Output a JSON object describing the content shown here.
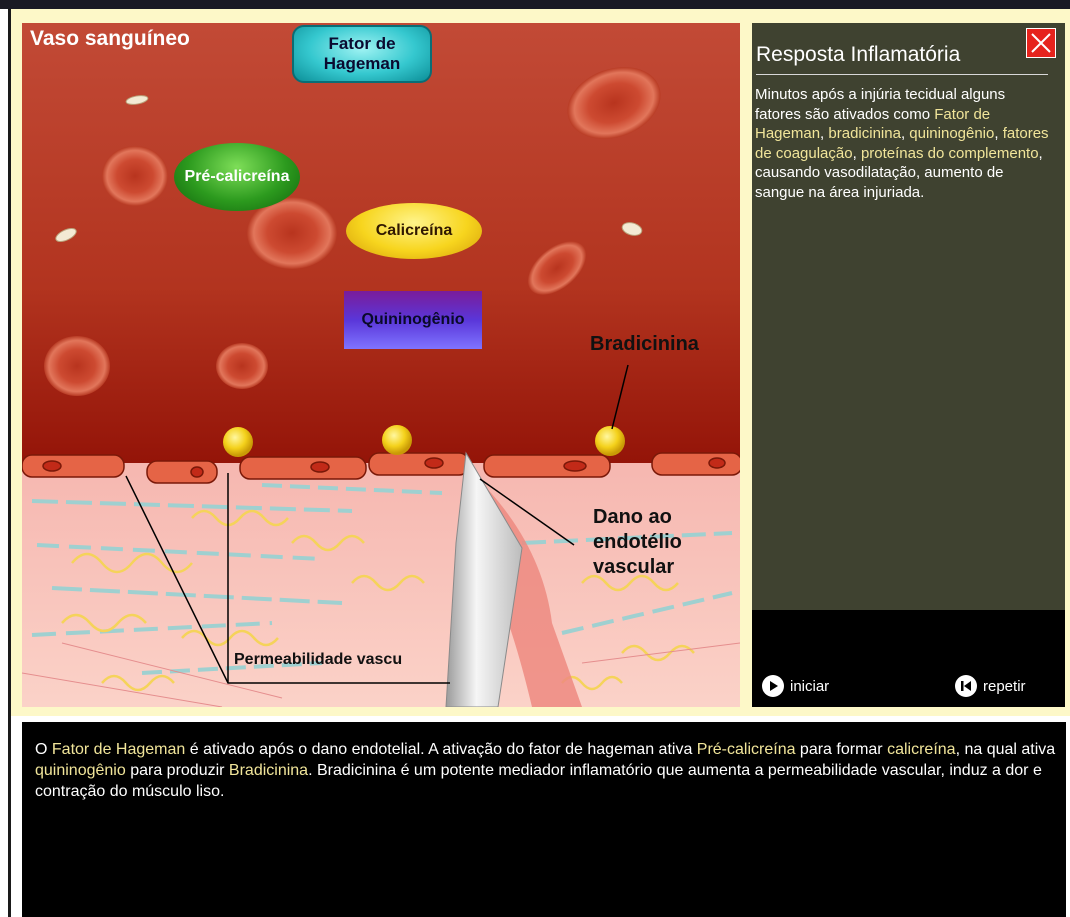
{
  "scene": {
    "title": "Vaso sanguíneo",
    "labels": {
      "hageman": "Fator de Hageman",
      "pre_calicreina": "Pré-calicreína",
      "calicreina": "Calicreína",
      "quininogenio": "Quininogênio",
      "bradicinina": "Bradicinina",
      "dano": "Dano ao endotélio vascular",
      "permeabilidade": "Permeabilidade vascu"
    }
  },
  "side_panel": {
    "title": "Resposta Inflamatória",
    "close_icon": "close-x-icon",
    "text_parts": [
      "Minutos após a injúria tecidual alguns fatores são ativados como ",
      "Fator de Hageman",
      ", ",
      "bradicinina",
      ", ",
      "quininogênio",
      ", ",
      "fatores de coagulação",
      ", ",
      "proteínas do complemento",
      ", causando vasodilatação, aumento de sangue na área injuriada."
    ]
  },
  "controls": {
    "start_label": "iniciar",
    "start_icon": "play-icon",
    "repeat_label": "repetir",
    "repeat_icon": "skip-back-icon"
  },
  "bottom": {
    "parts": [
      "O ",
      "Fator de Hageman",
      " é ativado após o dano endotelial. A ativação do fator de hageman ativa ",
      "Pré-calicreína",
      " para formar ",
      "calicreína",
      ", na qual ativa ",
      "quininogênio",
      " para produzir ",
      "Bradicinina",
      ". Bradicinina é um potente mediador inflamatório que aumenta a permeabilidade vascular, induz a dor e contração do músculo liso."
    ]
  },
  "colors": {
    "highlight": "#f1e59a",
    "side_bg": "#3f4230",
    "close_red": "#e6231d",
    "frame": "#fdf8c8"
  }
}
